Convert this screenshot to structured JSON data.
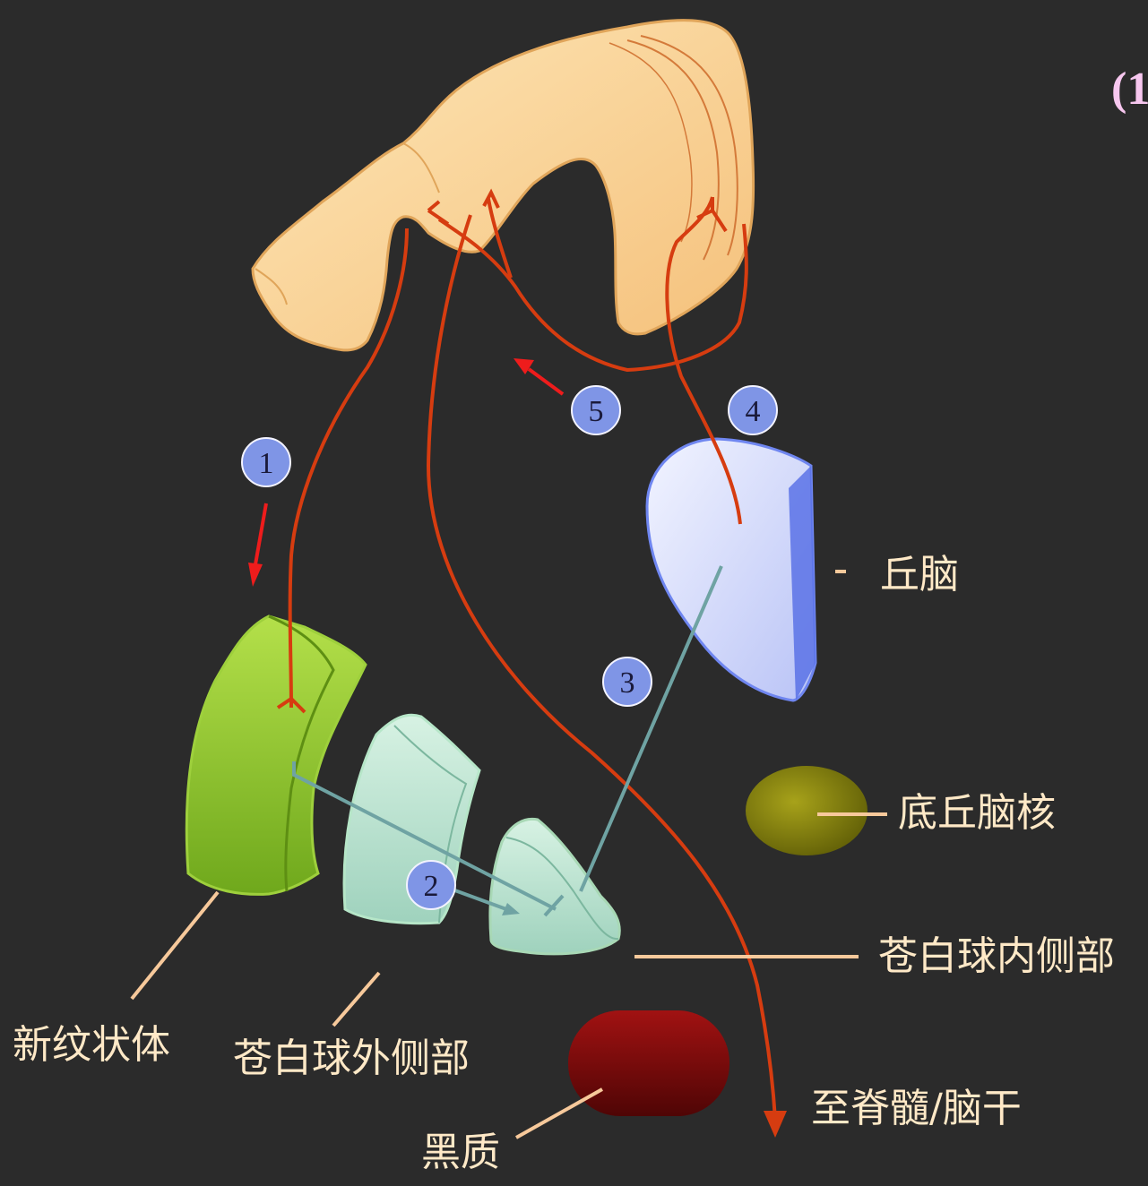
{
  "corner_text": "(1",
  "labels": {
    "thalamus": "丘脑",
    "subthalamic_nucleus": "底丘脑核",
    "globus_pallidus_internal": "苍白球内侧部",
    "neostriatum": "新纹状体",
    "globus_pallidus_external": "苍白球外侧部",
    "substantia_nigra": "黑质",
    "to_spinal_cord_brainstem": "至脊髓/脑干"
  },
  "pathway_numbers": [
    "1",
    "2",
    "3",
    "4",
    "5"
  ],
  "colors": {
    "background": "#2b2b2b",
    "cortex": "#fbd79a",
    "pathway": "#d63c10",
    "inhibitory": "#6fa3a3",
    "badge": "#7f95e6",
    "arrow": "#ee1c1c",
    "label": "#ffe9c7",
    "striatum": "#8fc22a",
    "pallidum": "#c6e8d2",
    "thalamus": "#d9deff",
    "subthalamic": "#8a8a10",
    "nigra": "#8a0d0d"
  }
}
